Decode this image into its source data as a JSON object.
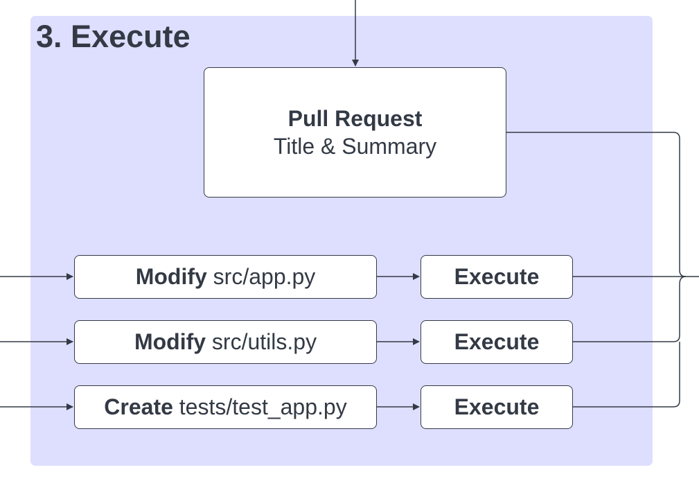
{
  "diagram": {
    "section_title": "3. Execute",
    "pull_request": {
      "title": "Pull Request",
      "subtitle": "Title & Summary"
    },
    "steps": [
      {
        "verb": "Modify",
        "path": "src/app.py",
        "action": "Execute"
      },
      {
        "verb": "Modify",
        "path": "src/utils.py",
        "action": "Execute"
      },
      {
        "verb": "Create",
        "path": "tests/test_app.py",
        "action": "Execute"
      }
    ],
    "colors": {
      "panel_fill": "#dedefe",
      "stroke": "#333a45",
      "box_fill": "#ffffff",
      "text": "#333a45"
    }
  }
}
